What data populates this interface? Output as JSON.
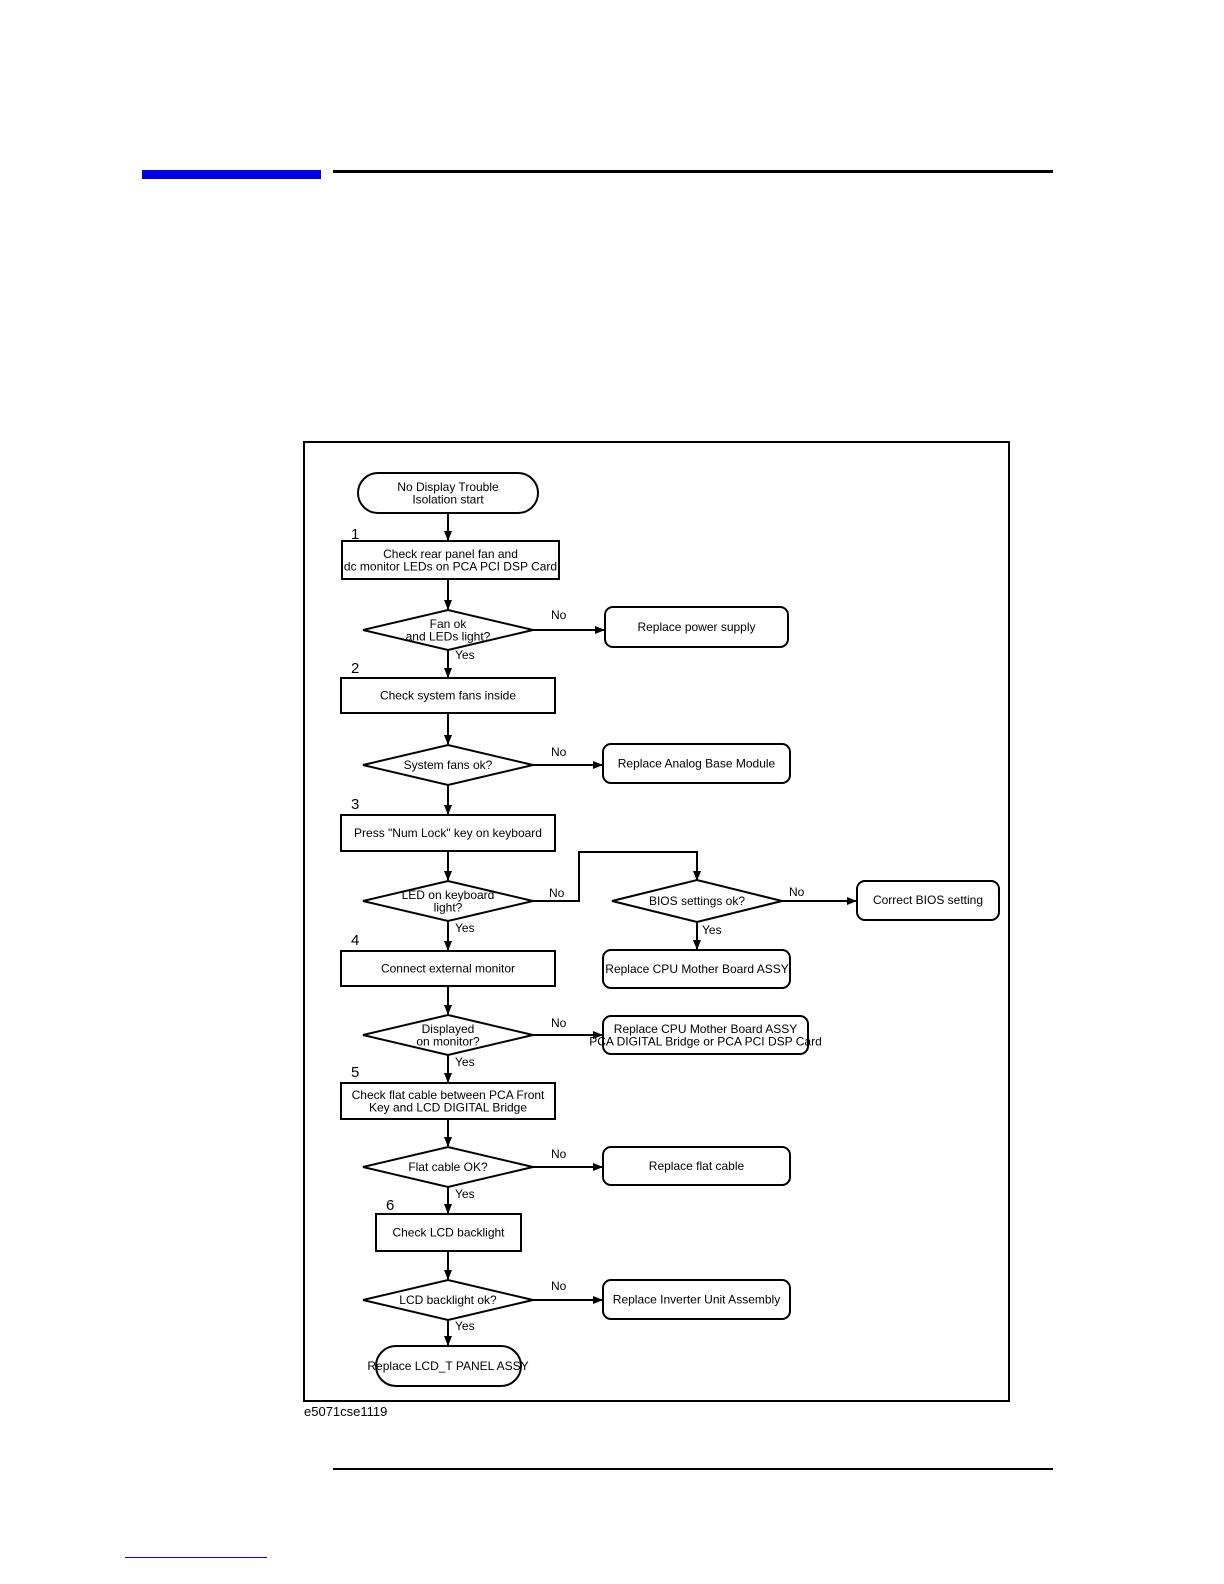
{
  "header": {
    "accent_color": "#0000ee"
  },
  "figure": {
    "id": "e5071cse1119"
  },
  "flowchart": {
    "start": [
      "No Display Trouble",
      "Isolation start"
    ],
    "steps": [
      {
        "number": "1",
        "action": [
          "Check rear panel fan and",
          "dc monitor LEDs on PCA PCI DSP Card"
        ],
        "decision": [
          "Fan ok",
          "and LEDs light?"
        ],
        "no_result": [
          "Replace power supply"
        ]
      },
      {
        "number": "2",
        "action": [
          "Check system fans inside"
        ],
        "decision": [
          "System fans ok?"
        ],
        "no_result": [
          "Replace Analog Base Module"
        ]
      },
      {
        "number": "3",
        "action": [
          "Press \"Num Lock\" key on keyboard"
        ],
        "decision": [
          "LED on keyboard",
          "light?"
        ]
      },
      {
        "number": "4",
        "action": [
          "Connect external monitor"
        ],
        "decision": [
          "Displayed",
          "on monitor?"
        ],
        "no_result": [
          "Replace CPU Mother Board ASSY",
          "PCA DIGITAL Bridge or PCA PCI DSP Card"
        ]
      },
      {
        "number": "5",
        "action": [
          "Check flat cable between PCA Front",
          "Key and LCD DIGITAL Bridge"
        ],
        "decision": [
          "Flat cable OK?"
        ],
        "no_result": [
          "Replace flat cable"
        ]
      },
      {
        "number": "6",
        "action": [
          "Check LCD backlight"
        ],
        "decision": [
          "LCD backlight ok?"
        ],
        "no_result": [
          "Replace Inverter Unit Assembly"
        ]
      }
    ],
    "bios_branch": {
      "decision": [
        "BIOS settings ok?"
      ],
      "no_result": [
        "Correct BIOS setting"
      ],
      "yes_result": [
        "Replace CPU Mother Board ASSY"
      ]
    },
    "end": [
      "Replace LCD_T PANEL ASSY"
    ],
    "labels": {
      "yes": "Yes",
      "no": "No"
    }
  }
}
